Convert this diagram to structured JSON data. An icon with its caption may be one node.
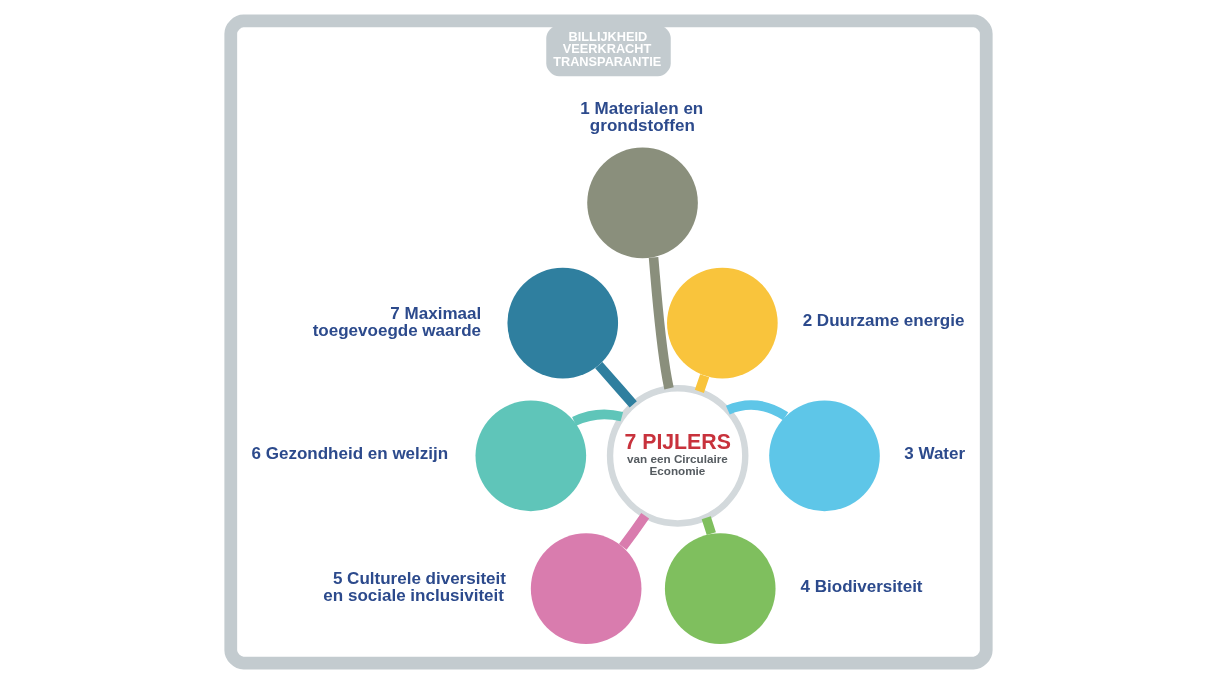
{
  "diagram": {
    "nodes": [
      {
        "text": [
          "BILLIJKHEID",
          "VEERKRACHT",
          "TRANSPARANTIE"
        ]
      },
      {
        "text": [
          "7 PIJLERS",
          "van een Circulaire Economie"
        ],
        "in": 0
      },
      {
        "text": [],
        "shape": "circle",
        "in": 0,
        "beside": [
          "1 Materialen en grondstoffen"
        ]
      },
      {
        "text": [],
        "shape": "circle",
        "in": 0,
        "beside": [
          "2 Duurzame energie"
        ]
      },
      {
        "text": [],
        "shape": "circle",
        "in": 0,
        "beside": [
          "3 Water"
        ]
      },
      {
        "text": [],
        "shape": "circle",
        "in": 0,
        "beside": [
          "4 Biodiversiteit"
        ]
      },
      {
        "text": [],
        "shape": "circle",
        "in": 0,
        "beside": [
          "5 Culturele diversiteit en sociale inclusiviteit"
        ]
      },
      {
        "text": [],
        "shape": "circle",
        "in": 0,
        "beside": [
          "6 Gezondheid en welzijn"
        ]
      },
      {
        "text": [],
        "shape": "circle",
        "in": 0,
        "beside": [
          "7 Maximaal toegevoegde waarde"
        ]
      }
    ],
    "edges": [
      {
        "from": 1,
        "to": 2,
        "arrow": "none",
        "color": "#8a8f7c"
      },
      {
        "from": 1,
        "to": 3,
        "arrow": "none",
        "color": "#f9c43c"
      },
      {
        "from": 1,
        "to": 4,
        "arrow": "none",
        "color": "#5ec6e8"
      },
      {
        "from": 1,
        "to": 5,
        "arrow": "none",
        "color": "#7fbf5e"
      },
      {
        "from": 1,
        "to": 6,
        "arrow": "none",
        "color": "#d97cae"
      },
      {
        "from": 1,
        "to": 7,
        "arrow": "none",
        "color": "#5fc5b9"
      },
      {
        "from": 1,
        "to": 8,
        "arrow": "none",
        "color": "#2f7f9f"
      }
    ]
  }
}
